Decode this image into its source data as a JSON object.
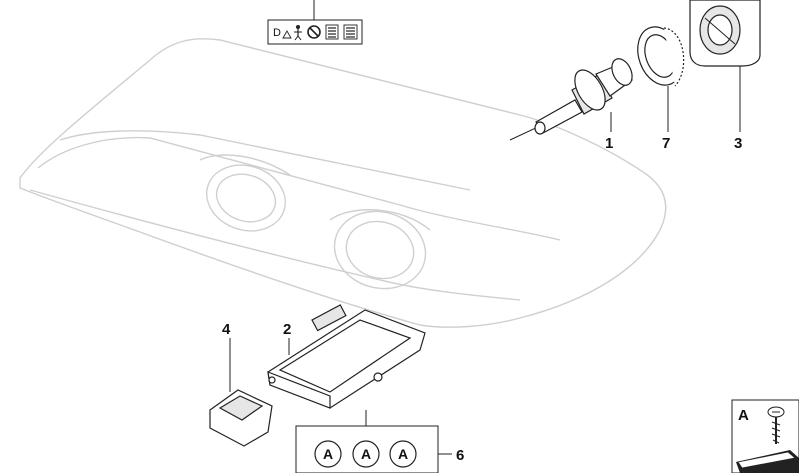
{
  "diagram": {
    "safety_label": {
      "text": "D"
    },
    "callouts": [
      {
        "id": "1",
        "label": "1"
      },
      {
        "id": "7",
        "label": "7"
      },
      {
        "id": "3",
        "label": "3"
      },
      {
        "id": "4",
        "label": "4"
      },
      {
        "id": "2",
        "label": "2"
      },
      {
        "id": "6",
        "label": "6"
      }
    ],
    "kit_items": [
      "A",
      "A",
      "A"
    ],
    "legend": {
      "label": "A"
    }
  }
}
